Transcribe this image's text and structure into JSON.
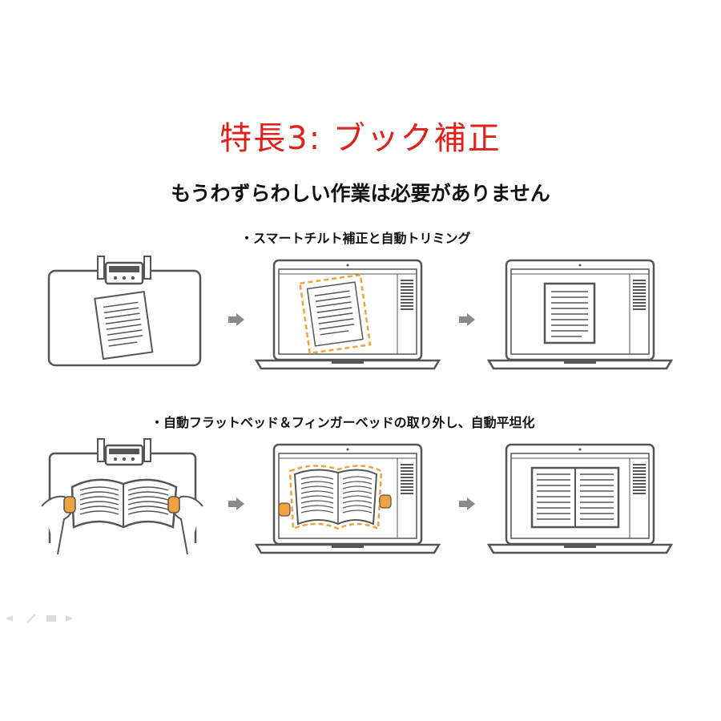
{
  "title": "特長3:  ブック補正",
  "subtitle": "もうわずらわしい作業は必要がありません",
  "sections": [
    {
      "bullet": "・スマートチルト補正と自動トリミング"
    },
    {
      "bullet": "・自動フラットベッド＆フィンガーベッドの取り外し、自動平坦化"
    }
  ],
  "colors": {
    "title": "#e0201b",
    "accent": "#f0a23c",
    "line": "#555555",
    "arrow": "#8a8a8a"
  }
}
